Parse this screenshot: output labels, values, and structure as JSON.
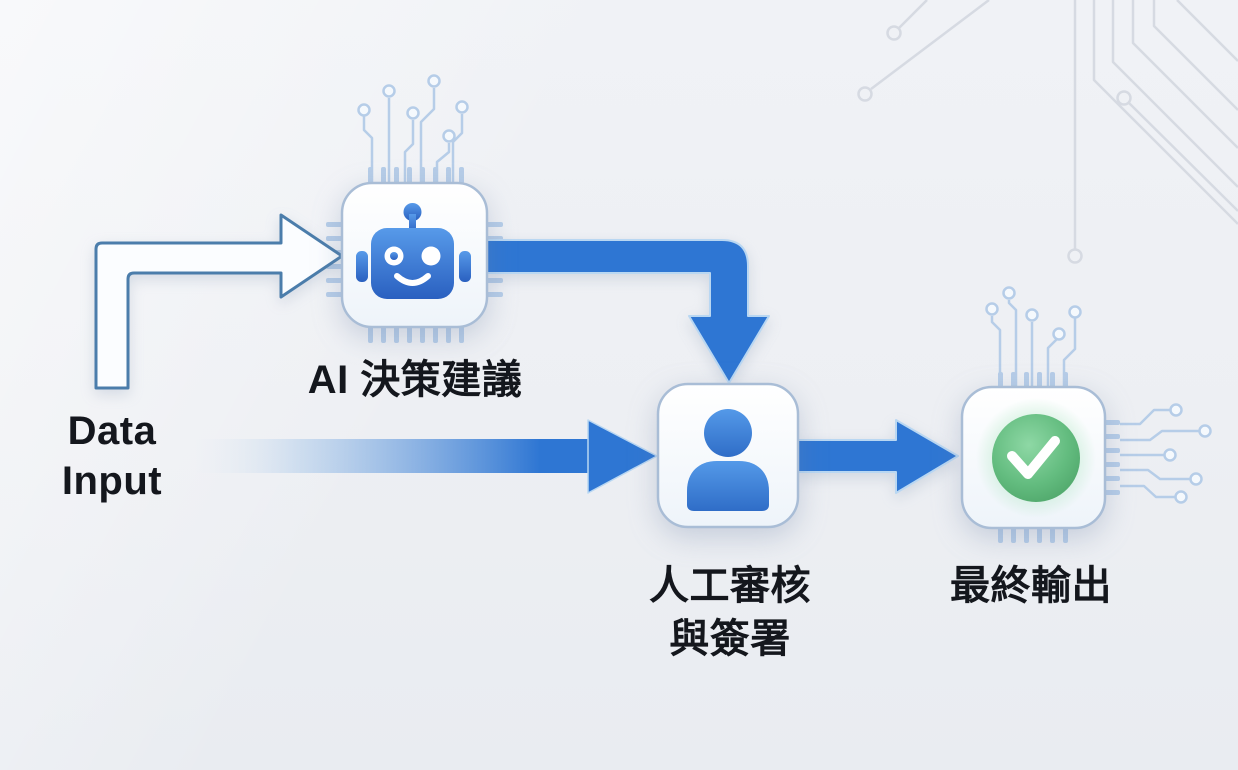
{
  "diagram": {
    "input": {
      "line1": "Data",
      "line2": "Input"
    },
    "nodes": [
      {
        "id": "ai-suggestion",
        "icon": "robot-chip-icon",
        "label": "AI 決策建議"
      },
      {
        "id": "human-review",
        "icon": "person-icon",
        "label_line1": "人工審核",
        "label_line2": "與簽署"
      },
      {
        "id": "final-output",
        "icon": "check-chip-icon",
        "label": "最終輸出"
      }
    ],
    "edges": [
      {
        "from": "data-input",
        "to": "ai-suggestion",
        "style": "outlined-elbow-arrow"
      },
      {
        "from": "data-input",
        "to": "human-review",
        "style": "gradient-straight-arrow"
      },
      {
        "from": "ai-suggestion",
        "to": "human-review",
        "style": "solid-elbow-arrow"
      },
      {
        "from": "human-review",
        "to": "final-output",
        "style": "solid-straight-arrow"
      }
    ],
    "colors": {
      "background": "#edeff3",
      "arrow_blue": "#2e76d3",
      "arrow_outline": "#b9d7f2",
      "elbow_stroke": "#4b7dab",
      "chip_border": "#a9bdd6",
      "robot_blue_top": "#579ae9",
      "robot_blue_bottom": "#2a60c0",
      "person_blue_top": "#5499e8",
      "person_blue_bottom": "#2f6dc7",
      "check_green_light": "#8ed8a5",
      "check_green_dark": "#4da468",
      "trace_blue": "#b6cde8",
      "trace_gray": "#d6dae2",
      "label_text": "#14171d"
    }
  }
}
